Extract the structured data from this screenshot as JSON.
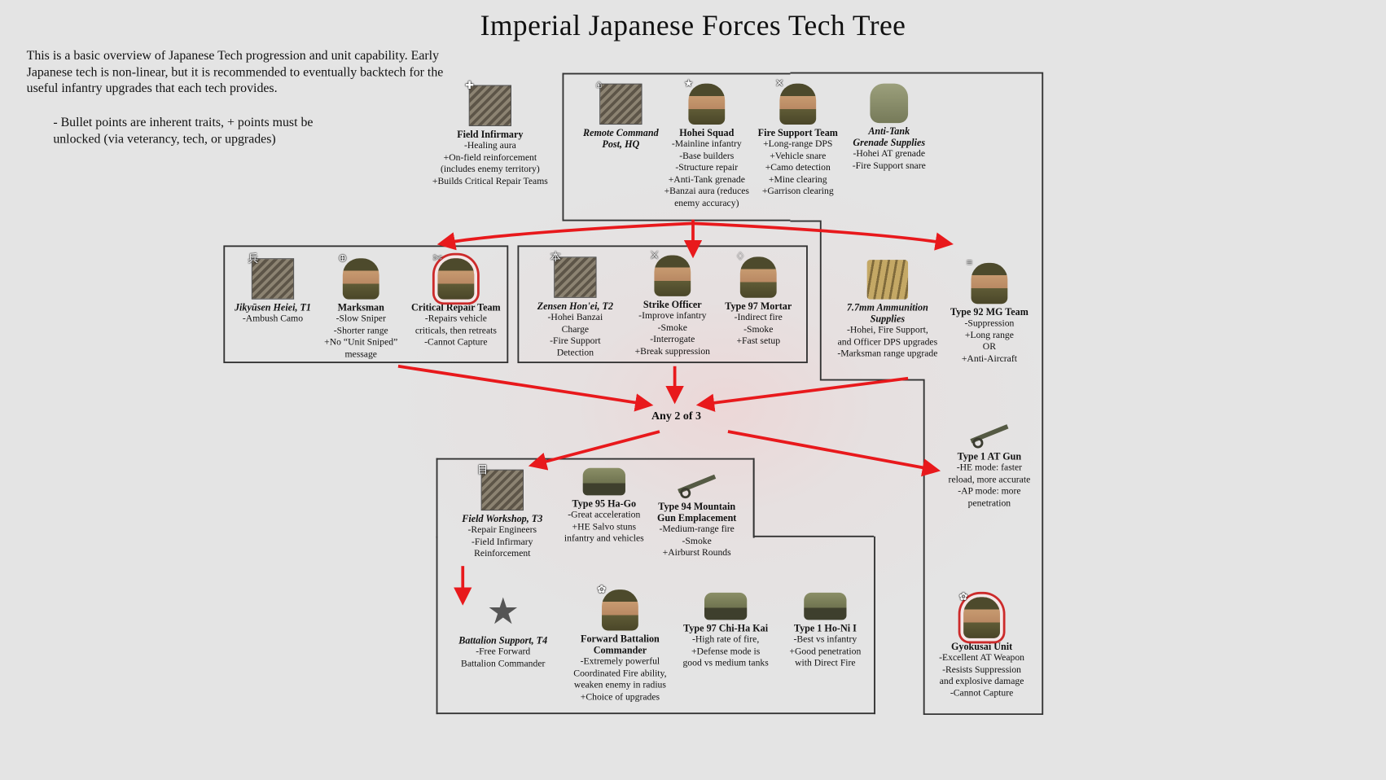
{
  "title": "Imperial Japanese Forces Tech Tree",
  "intro": "This is a basic overview of Japanese Tech progression and unit capability. Early Japanese tech is non-linear, but it is recommended to eventually backtech for the useful infantry upgrades that each tech provides.",
  "note": "- Bullet points are inherent traits, + points must be unlocked (via veterancy, tech, or upgrades)",
  "any_label": "Any 2 of 3",
  "units": {
    "field_infirmary": {
      "name": "Field Infirmary",
      "desc": "-Healing aura\n+On-field reinforcement\n(includes enemy territory)\n+Builds Critical Repair Teams",
      "icon": "medical-building-icon"
    },
    "remote_command": {
      "name": "Remote Command\nPost, HQ",
      "desc": "",
      "icon": "hq-building-icon"
    },
    "hohei_squad": {
      "name": "Hohei Squad",
      "desc": "-Mainline infantry\n-Base builders\n-Structure repair\n+Anti-Tank grenade\n+Banzai aura (reduces\nenemy accuracy)",
      "icon": "infantry-icon"
    },
    "fire_support": {
      "name": "Fire Support Team",
      "desc": "+Long-range DPS\n+Vehicle snare\n+Camo detection\n+Mine clearing\n+Garrison clearing",
      "icon": "fire-support-icon"
    },
    "at_grenade": {
      "name": "Anti-Tank\nGrenade Supplies",
      "desc": "-Hohei AT grenade\n-Fire Support snare",
      "icon": "grenade-supplies-icon"
    },
    "jikyusen": {
      "name": "Jikyūsen Heiei, T1",
      "desc": "-Ambush Camo",
      "icon": "barracks-icon"
    },
    "marksman": {
      "name": "Marksman",
      "desc": "-Slow Sniper\n-Shorter range\n+No “Unit Sniped”\nmessage",
      "icon": "marksman-icon"
    },
    "critical_repair": {
      "name": "Critical Repair Team",
      "desc": "-Repairs vehicle\ncriticals, then retreats\n-Cannot Capture",
      "icon": "repair-team-icon"
    },
    "zensen": {
      "name": "Zensen Hon'ei, T2",
      "desc": "-Hohei Banzai\nCharge\n-Fire Support\nDetection",
      "icon": "command-building-icon"
    },
    "strike_officer": {
      "name": "Strike Officer",
      "desc": "-Improve infantry\n-Smoke\n-Interrogate\n+Break suppression",
      "icon": "officer-icon"
    },
    "type97_mortar": {
      "name": "Type 97 Mortar",
      "desc": "-Indirect fire\n-Smoke\n+Fast setup",
      "icon": "mortar-icon"
    },
    "ammo_supplies": {
      "name": "7.7mm Ammunition\nSupplies",
      "desc": "-Hohei, Fire Support,\nand Officer DPS upgrades\n-Marksman range upgrade",
      "icon": "ammunition-icon"
    },
    "type92_mg": {
      "name": "Type 92 MG Team",
      "desc": "-Suppression\n+Long range\nOR\n+Anti-Aircraft",
      "icon": "machine-gun-icon"
    },
    "type1_at_gun": {
      "name": "Type 1 AT Gun",
      "desc": "-HE mode: faster\nreload, more accurate\n-AP mode: more\npenetration",
      "icon": "at-gun-icon"
    },
    "field_workshop": {
      "name": "Field Workshop, T3",
      "desc": "-Repair Engineers\n-Field Infirmary\nReinforcement",
      "icon": "workshop-icon"
    },
    "type95_hago": {
      "name": "Type 95 Ha-Go",
      "desc": "-Great acceleration\n+HE Salvo stuns\ninfantry and vehicles",
      "icon": "light-tank-icon"
    },
    "type94_gun": {
      "name": "Type 94 Mountain\nGun Emplacement",
      "desc": "-Medium-range fire\n-Smoke\n+Airburst Rounds",
      "icon": "mountain-gun-icon"
    },
    "battalion_support": {
      "name": "Battalion Support, T4",
      "desc": "-Free Forward\nBattalion Commander",
      "icon": "battalion-star-icon"
    },
    "forward_commander": {
      "name": "Forward Battalion\nCommander",
      "desc": "-Extremely powerful\nCoordinated Fire ability,\nweaken enemy in radius\n+Choice of upgrades",
      "icon": "commander-icon"
    },
    "type97_chiha": {
      "name": "Type 97 Chi-Ha Kai",
      "desc": "-High rate of fire,\n+Defense mode is\ngood vs medium tanks",
      "icon": "medium-tank-icon"
    },
    "type1_honi": {
      "name": "Type 1 Ho-Ni I",
      "desc": "-Best vs infantry\n+Good penetration\nwith Direct Fire",
      "icon": "tank-destroyer-icon"
    },
    "gyokusai": {
      "name": "Gyokusai Unit",
      "desc": "-Excellent AT Weapon\n-Resists Suppression\nand explosive damage\n-Cannot Capture",
      "icon": "gyokusai-icon"
    }
  },
  "colors": {
    "arrow": "#e8191c",
    "border": "#333333",
    "background": "#e4e4e4"
  }
}
